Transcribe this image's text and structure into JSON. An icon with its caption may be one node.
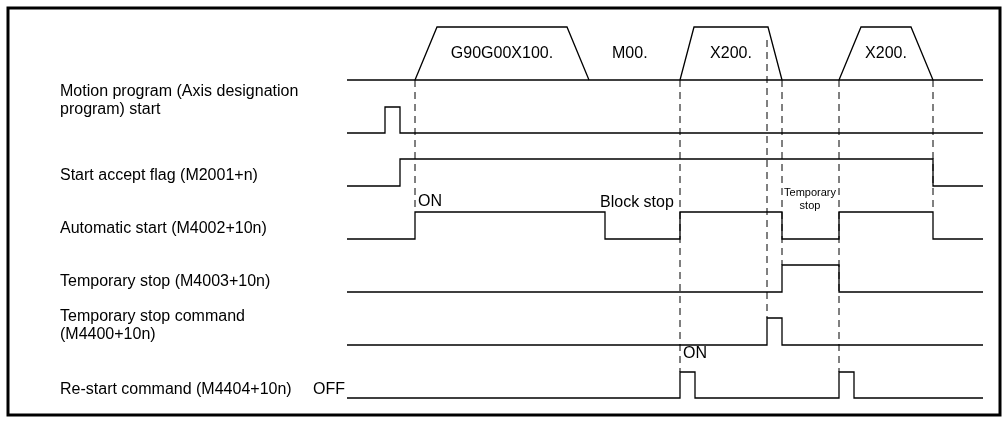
{
  "diagram": {
    "nodes": [
      {
        "text": [
          "G90G00X100."
        ]
      },
      {
        "text": [
          "X200."
        ]
      },
      {
        "text": [
          "X200."
        ]
      }
    ],
    "labels": [
      "M00.",
      "Motion program (Axis designation program) start",
      "Start accept flag (M2001+n)",
      "ON",
      "Block stop",
      "Temporary stop",
      "Automatic start (M4002+10n)",
      "Temporary stop (M4003+10n)",
      "Temporary stop command (M4400+10n)",
      "ON",
      "Re-start command (M4404+10n)",
      "OFF"
    ]
  }
}
